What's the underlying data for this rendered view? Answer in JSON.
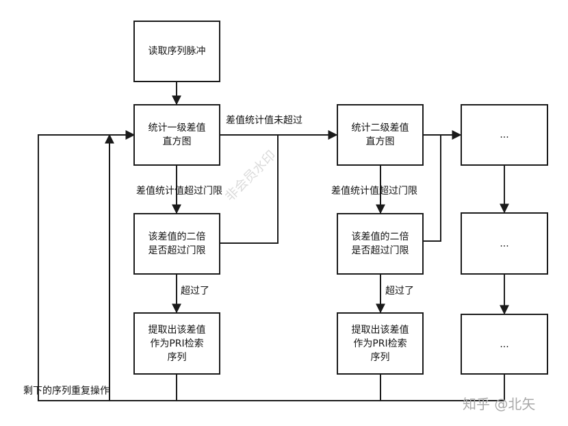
{
  "nodes": {
    "read": "读取序列脉冲",
    "hist1": "统计一级差值\n直方图",
    "check1": "该差值的二倍\n是否超过门限",
    "extract1": "提取出该差值\n作为PRI检索\n序列",
    "hist2": "统计二级差值\n直方图",
    "check2": "该差值的二倍\n是否超过门限",
    "extract2": "提取出该差值\n作为PRI检索\n序列",
    "dots1": "...",
    "dots2": "...",
    "dots3": "..."
  },
  "edge_labels": {
    "not_exceed": "差值统计值未超过",
    "exceed1": "差值统计值超过门限",
    "exceed2": "差值统计值超过门限",
    "over1": "超过了",
    "over2": "超过了",
    "repeat": "剩下的序列重复操作"
  },
  "watermarks": {
    "diag": "非会员水印",
    "brand": "知乎 @北矢"
  },
  "colors": {
    "stroke": "#1a1a1a",
    "watermark": "#b0b0b0"
  }
}
